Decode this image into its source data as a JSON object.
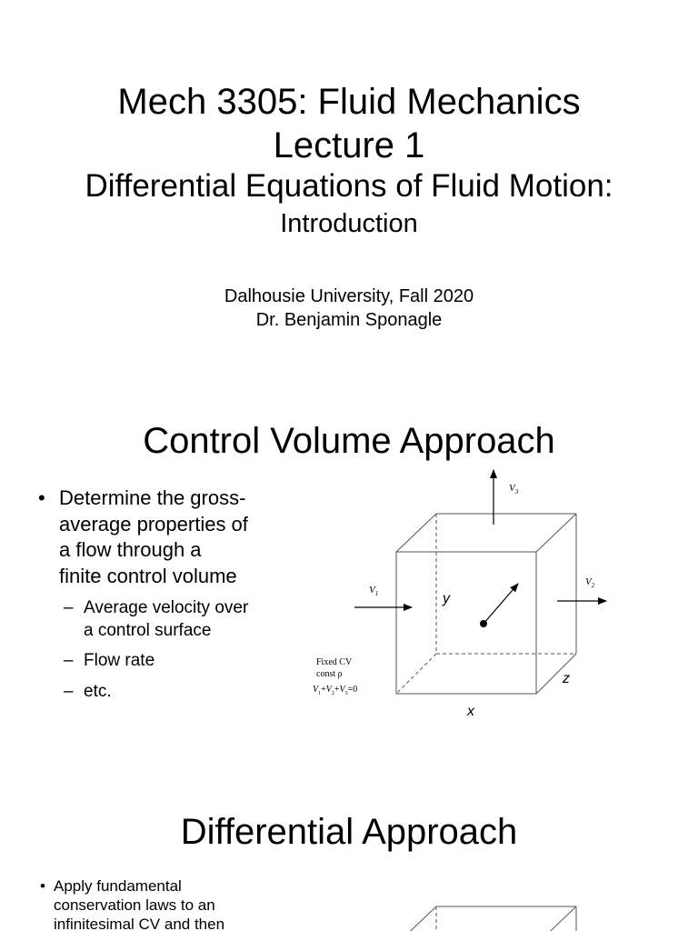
{
  "slide1": {
    "title_line1": "Mech 3305: Fluid Mechanics",
    "title_line2": "Lecture 1",
    "subtitle": "Differential Equations of Fluid Motion:",
    "subtitle2": "Introduction",
    "institution": "Dalhousie University, Fall 2020",
    "instructor": "Dr. Benjamin Sponagle"
  },
  "slide2": {
    "title": "Control Volume Approach",
    "bullet_mark": "•",
    "sub_mark": "–",
    "bullet_lines": [
      "Determine the gross-",
      "average properties of",
      "a flow through a",
      "finite control volume"
    ],
    "sub_items": [
      {
        "lines": [
          "Average velocity over",
          "a control surface"
        ]
      },
      {
        "lines": [
          "Flow rate"
        ]
      },
      {
        "lines": [
          "etc."
        ]
      }
    ],
    "diagram": {
      "v1": "V",
      "v1_sub": "1",
      "v2": "V",
      "v2_sub": "2",
      "v3": "V",
      "v3_sub": "3",
      "axis_x": "x",
      "axis_y": "y",
      "axis_z": "z",
      "note_line1": "Fixed CV",
      "note_line2": "const ρ",
      "eq_v1": "V",
      "eq_v1_sub": "1",
      "eq_plus1": "+",
      "eq_v2": "V",
      "eq_v2_sub": "2",
      "eq_plus2": "+",
      "eq_v3": "V",
      "eq_v3_sub": "3",
      "eq_tail": "=0"
    }
  },
  "slide3": {
    "title": "Differential Approach",
    "bullet_mark": "•",
    "bullet_lines": [
      "Apply fundamental",
      "conservation laws to an",
      "infinitesimal CV and then"
    ]
  }
}
